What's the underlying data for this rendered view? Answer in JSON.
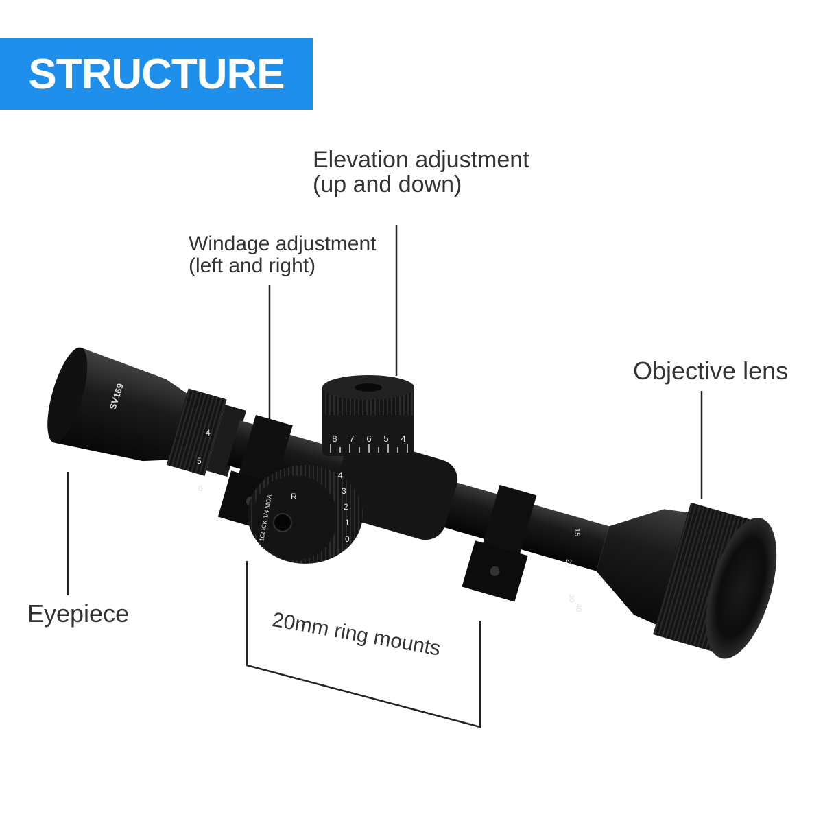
{
  "banner": {
    "title": "STRUCTURE",
    "color": "#1e90ec"
  },
  "labels": {
    "elevation": {
      "line1": "Elevation adjustment",
      "line2": "(up and down)"
    },
    "windage": {
      "line1": "Windage adjustment",
      "line2": "(left and right)"
    },
    "objective": "Objective lens",
    "eyepiece": "Eyepiece",
    "rings": "20mm ring mounts"
  },
  "scope_markings": {
    "brand": "SV169",
    "elevation_ticks": [
      "8",
      "7",
      "6",
      "5",
      "4"
    ],
    "windage_ticks": [
      "4",
      "3",
      "2",
      "1",
      "0"
    ],
    "windage_dial_text": "1CLICK 1/4 MOA",
    "windage_arrow": "R",
    "magnification": [
      "4",
      "5",
      "6"
    ],
    "parallax": [
      "15",
      "20",
      "30",
      "40"
    ]
  },
  "colors": {
    "text": "#333333",
    "scope": "#111111",
    "leader": "#222222"
  }
}
